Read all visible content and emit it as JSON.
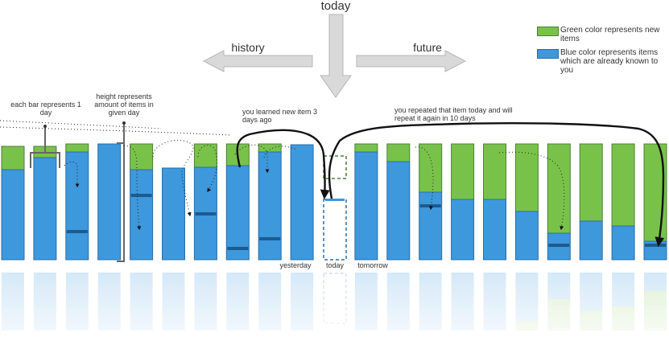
{
  "labels": {
    "today_top": "today",
    "history": "history",
    "future": "future",
    "each_bar": "each bar represents 1 day",
    "height": "height represents amount of items in given day",
    "learned": "you learned new item 3 days ago",
    "repeated": "you repeated that item today and will repeat it again in 10 days",
    "yesterday": "yesterday",
    "today_bottom": "today",
    "tomorrow": "tomorrow"
  },
  "legend": {
    "green": "Green color represents new items",
    "blue": "Blue color represents items which are already known to you"
  },
  "colors": {
    "green": "#79c24a",
    "green_dark": "#4f7f39",
    "blue": "#3d98dc",
    "blue_dark": "#2a6eaa",
    "marker": "#1d5b8e",
    "arrow": "#d9d9d9",
    "arrow_stroke": "#b6b6b6",
    "text": "#333333"
  },
  "bars": [
    {
      "blue": 0.78,
      "green": 0.2
    },
    {
      "blue": 0.88,
      "green": 0.1
    },
    {
      "blue": 0.93,
      "green": 0.07
    },
    {
      "blue": 1.0,
      "green": 0.0
    },
    {
      "blue": 0.78,
      "green": 0.22
    },
    {
      "blue": 0.79,
      "green": 0.0
    },
    {
      "blue": 0.8,
      "green": 0.2
    },
    {
      "blue": 0.81,
      "green": 0.19
    },
    {
      "blue": 0.93,
      "green": 0.07
    },
    {
      "blue": 0.99,
      "green": 0.0
    },
    {
      "blue": 0.0,
      "green": 0.0
    },
    {
      "blue": 0.93,
      "green": 0.07
    },
    {
      "blue": 0.85,
      "green": 0.15
    },
    {
      "blue": 0.58,
      "green": 0.42
    },
    {
      "blue": 0.52,
      "green": 0.48
    },
    {
      "blue": 0.52,
      "green": 0.48
    },
    {
      "blue": 0.42,
      "green": 0.58
    },
    {
      "blue": 0.23,
      "green": 0.77
    },
    {
      "blue": 0.33,
      "green": 0.67
    },
    {
      "blue": 0.29,
      "green": 0.71
    },
    {
      "blue": 0.16,
      "green": 0.84
    }
  ]
}
